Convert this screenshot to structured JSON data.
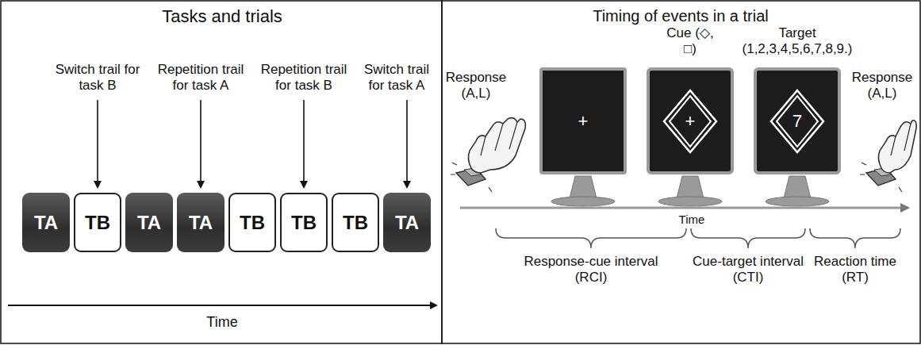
{
  "diagram": {
    "nodes": [
      {
        "text": [
          "TA"
        ]
      },
      {
        "text": [
          "TB"
        ]
      },
      {
        "text": [
          "TA"
        ]
      },
      {
        "text": [
          "TA"
        ]
      },
      {
        "text": [
          "TB"
        ]
      },
      {
        "text": [
          "TB"
        ]
      },
      {
        "text": [
          "TB"
        ]
      },
      {
        "text": [
          "TA"
        ]
      },
      {
        "text": [
          "+"
        ]
      },
      {
        "text": [
          "+"
        ]
      },
      {
        "text": [
          "7"
        ]
      }
    ],
    "edges": [],
    "labels": [
      "Tasks and trials",
      "Switch trail for task B",
      "Repetition trail for task A",
      "Repetition trail for task B",
      "Switch trail for task A",
      "Time",
      "Timing of events in a trial",
      "Response (A,L)",
      "Cue (◇, □)",
      "Target (1,2,3,4,5,6,7,8,9.)",
      "Response (A,L)",
      "Time",
      "Response-cue interval (RCI)",
      "Cue-target interval (CTI)",
      "Reaction time (RT)"
    ]
  }
}
